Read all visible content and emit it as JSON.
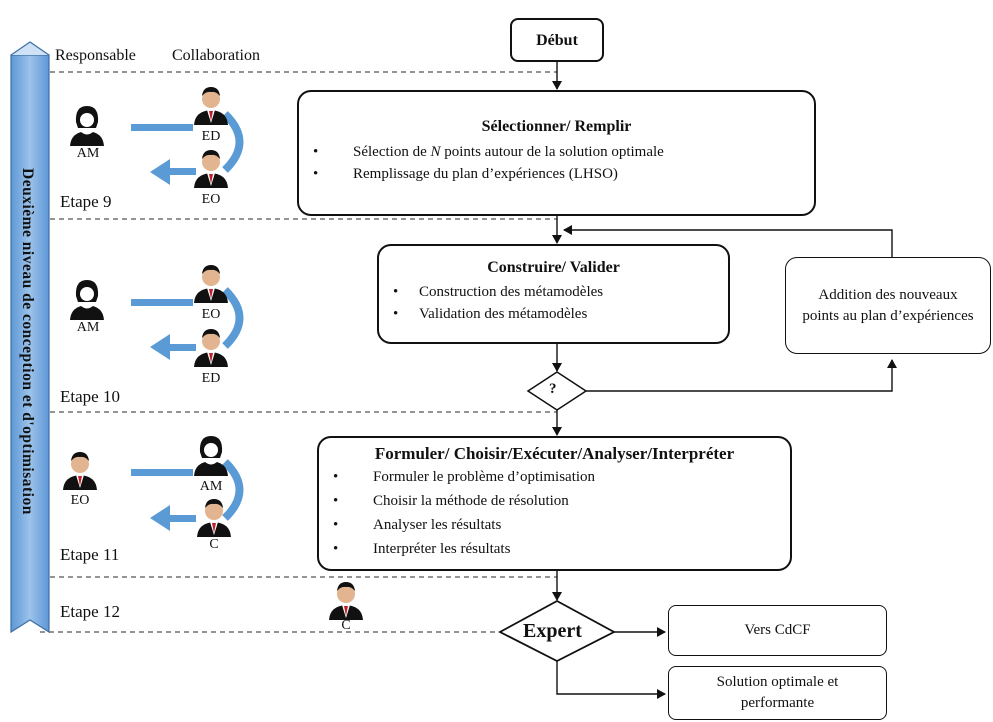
{
  "side_label": "Deuxième niveau de conception et d'optimisation",
  "header": {
    "responsable": "Responsable",
    "collaboration": "Collaboration"
  },
  "start": "Début",
  "box1": {
    "title": "Sélectionner/ Remplir",
    "items": [
      {
        "pre": "Sélection de ",
        "em": "N",
        "post": " points autour de la solution optimale"
      },
      {
        "text": "Remplissage du plan d’expériences (LHSO)"
      }
    ]
  },
  "box2": {
    "title": "Construire/ Valider",
    "items": [
      "Construction des métamodèles",
      "Validation des métamodèles"
    ]
  },
  "side_box": "Addition des nouveaux points au plan d’expériences",
  "decision": "?",
  "box3": {
    "title": "Formuler/ Choisir/Exécuter/Analyser/Interpréter",
    "items": [
      "Formuler le problème d’optimisation",
      "Choisir la méthode de résolution",
      "Analyser les résultats",
      "Interpréter les résultats"
    ]
  },
  "expert": "Expert",
  "out1": "Vers CdCF",
  "out2": "Solution optimale et performante",
  "steps": [
    "Etape 9",
    "Etape 10",
    "Etape 11",
    "Etape 12"
  ],
  "roles": {
    "s9": {
      "resp": "AM",
      "c1": "ED",
      "c2": "EO"
    },
    "s10": {
      "resp": "AM",
      "c1": "EO",
      "c2": "ED"
    },
    "s11": {
      "resp": "EO",
      "c1": "AM",
      "c2": "C"
    },
    "s12": {
      "c": "C"
    }
  },
  "colors": {
    "arrow_blue": "#5b9bd5",
    "banner_blue": "#7aaee0",
    "tie_red": "#c0202a"
  }
}
